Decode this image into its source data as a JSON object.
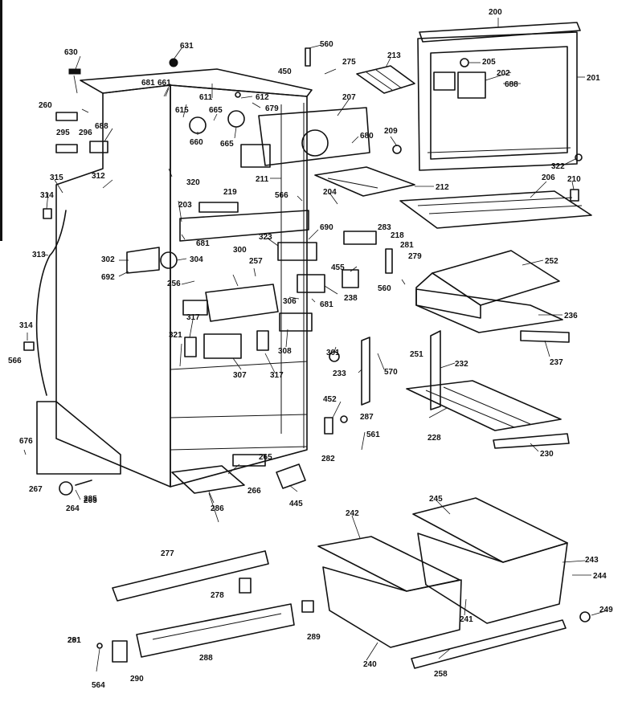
{
  "labels": {
    "l200": "200",
    "l201": "201",
    "l202": "202",
    "l203": "203",
    "l204": "204",
    "l205": "205",
    "l206": "206",
    "l207": "207",
    "l209": "209",
    "l210": "210",
    "l211": "211",
    "l212": "212",
    "l213": "213",
    "l218": "218",
    "l219": "219",
    "l228": "228",
    "l230": "230",
    "l232": "232",
    "l233": "233",
    "l236": "236",
    "l237": "237",
    "l238": "238",
    "l240": "240",
    "l241": "241",
    "l242": "242",
    "l243": "243",
    "l244": "244",
    "l245": "245",
    "l249": "249",
    "l251": "251",
    "l252": "252",
    "l256": "256",
    "l257": "257",
    "l258": "258",
    "l260": "260",
    "l264": "264",
    "l265a": "265",
    "l265b": "265",
    "l266": "266",
    "l267": "267",
    "l275": "275",
    "l277": "277",
    "l278": "278",
    "l279": "279",
    "l281a": "281",
    "l281b": "281",
    "l282": "282",
    "l283": "283",
    "l285": "285",
    "l286": "286",
    "l287": "287",
    "l288": "288",
    "l289": "289",
    "l290": "290",
    "l291": "291",
    "l295": "295",
    "l296": "296",
    "l300": "300",
    "l301": "301",
    "l302": "302",
    "l304": "304",
    "l306": "306",
    "l307": "307",
    "l308": "308",
    "l312": "312",
    "l313": "313",
    "l314a": "314",
    "l314b": "314",
    "l315": "315",
    "l317a": "317",
    "l317b": "317",
    "l320": "320",
    "l321": "321",
    "l322": "322",
    "l323": "323",
    "l445": "445",
    "l450": "450",
    "l452": "452",
    "l455": "455",
    "l560a": "560",
    "l560b": "560",
    "l561": "561",
    "l564": "564",
    "l566a": "566",
    "l566b": "566",
    "l570": "570",
    "l611": "611",
    "l612": "612",
    "l615": "615",
    "l630": "630",
    "l631": "631",
    "l660": "660",
    "l661": "661",
    "l665a": "665",
    "l665b": "665",
    "l676": "676",
    "l679": "679",
    "l680": "680",
    "l681a": "681",
    "l681b": "681",
    "l681c": "681",
    "l688a": "688",
    "l688b": "688",
    "l690": "690",
    "l692": "692"
  }
}
